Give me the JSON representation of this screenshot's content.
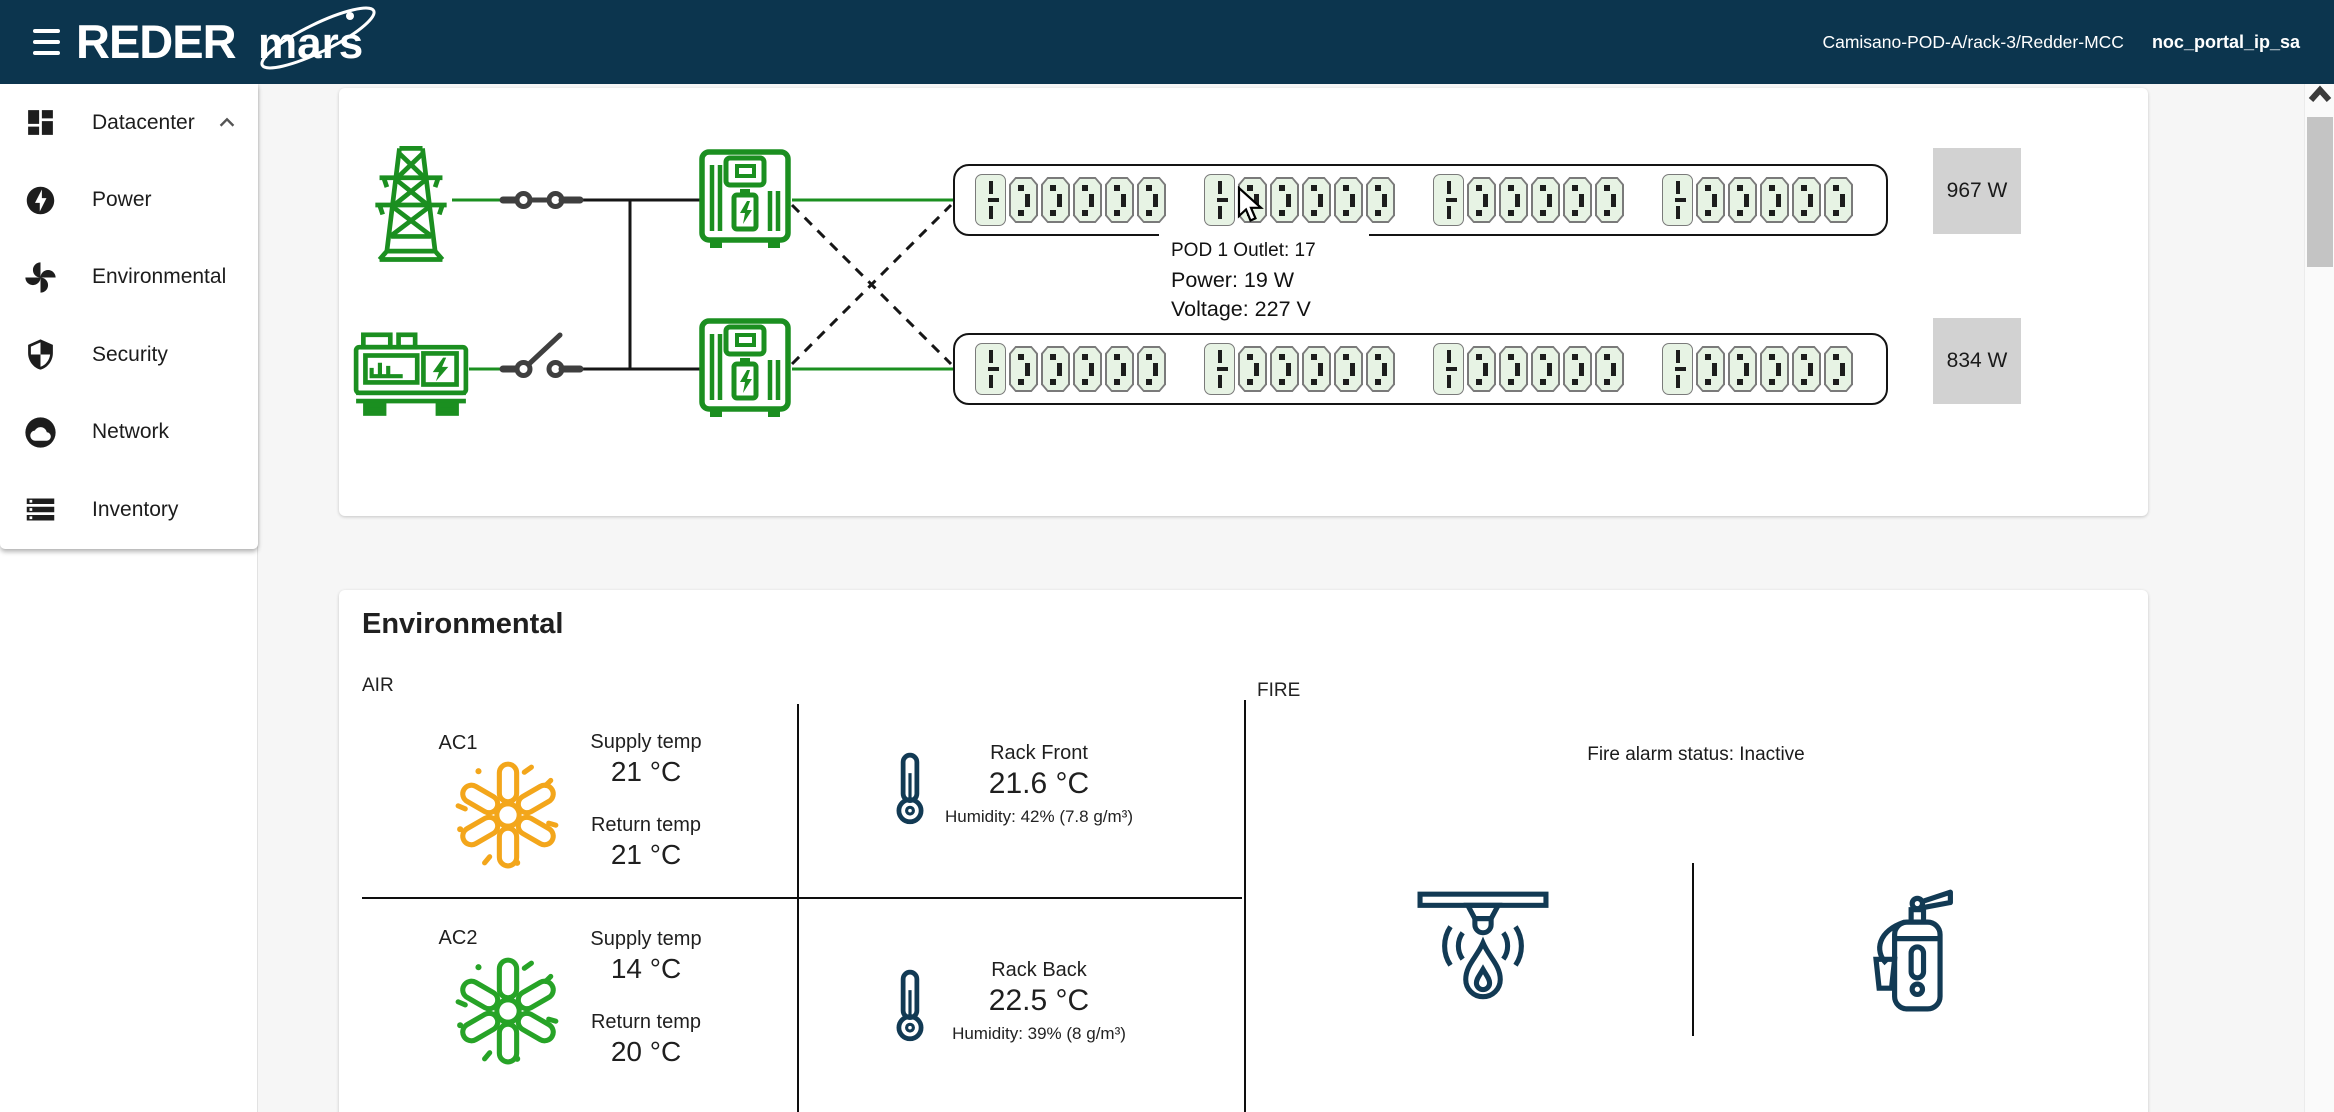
{
  "topbar": {
    "brand": "REDER",
    "brand_secondary": "mars",
    "breadcrumb": "Camisano-POD-A/rack-3/Redder-MCC",
    "user_session": "noc_portal_ip_sa"
  },
  "sidebar": {
    "items": [
      {
        "label": "Datacenter",
        "icon": "dashboard-icon",
        "expanded": true
      },
      {
        "label": "Power",
        "icon": "power-bolt-icon"
      },
      {
        "label": "Environmental",
        "icon": "fan-icon"
      },
      {
        "label": "Security",
        "icon": "shield-icon"
      },
      {
        "label": "Network",
        "icon": "cloud-icon"
      },
      {
        "label": "Inventory",
        "icon": "storage-icon"
      }
    ]
  },
  "power_section": {
    "sources": [
      {
        "name": "utility-grid",
        "icon": "transmission-tower-icon",
        "switch_state": "closed"
      },
      {
        "name": "generator",
        "icon": "generator-icon",
        "switch_state": "open"
      }
    ],
    "pdus": [
      {
        "outlet_groups": 4,
        "outlets_per_group": 6,
        "reading": "967 W"
      },
      {
        "outlet_groups": 4,
        "outlets_per_group": 6,
        "reading": "834 W"
      }
    ],
    "tooltip": {
      "title": "POD 1 Outlet: 17",
      "power": "Power: 19 W",
      "voltage": "Voltage: 227 V"
    }
  },
  "environmental": {
    "title": "Environmental",
    "air": {
      "label": "AIR",
      "ac_units": [
        {
          "name": "AC1",
          "supply_label": "Supply temp",
          "supply_value": "21 °C",
          "return_label": "Return temp",
          "return_value": "21 °C"
        },
        {
          "name": "AC2",
          "supply_label": "Supply temp",
          "supply_value": "14 °C",
          "return_label": "Return temp",
          "return_value": "20 °C"
        }
      ],
      "sensors": [
        {
          "name": "Rack Front",
          "temp": "21.6 °C",
          "humidity": "Humidity: 42% (7.8 g/m³)"
        },
        {
          "name": "Rack Back",
          "temp": "22.5 °C",
          "humidity": "Humidity: 39% (8 g/m³)"
        }
      ]
    },
    "fire": {
      "label": "FIRE",
      "status": "Fire alarm status: Inactive"
    }
  },
  "colors": {
    "navbar": "#0c354e",
    "green": "#1b8f20",
    "outlet_fill": "#e7f3e4",
    "fan_ac1": "#f3a61b",
    "fan_ac2": "#27a327",
    "icon_navy": "#123a54",
    "reading_bg": "#d2d2d2"
  }
}
